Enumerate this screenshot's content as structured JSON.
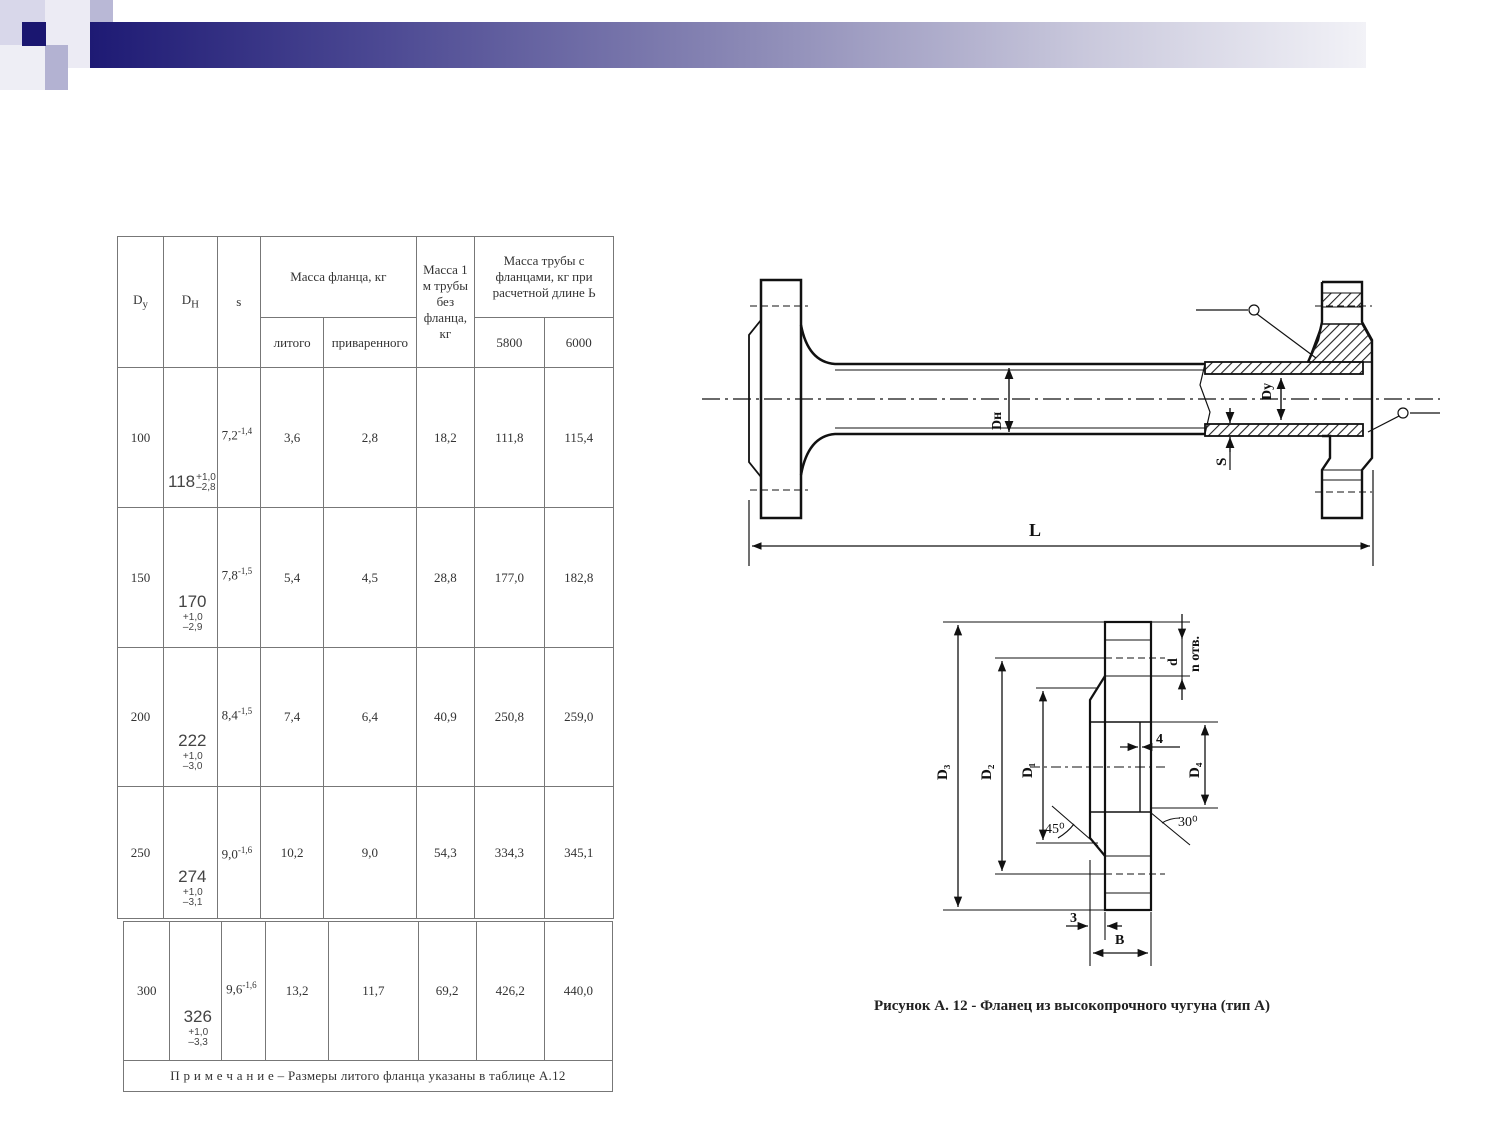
{
  "table": {
    "headers": {
      "dy": "Dy",
      "dh": "DH",
      "s": "s",
      "mass_flange": "Масса фланца, кг",
      "cast": "литого",
      "welded": "приваренного",
      "mass_1m": "Масса 1 м трубы без фланца, кг",
      "mass_pipe": "Масса трубы с фланцами, кг при расчетной длине Ь",
      "len1": "5800",
      "len2": "6000"
    },
    "rows": [
      {
        "dy": "100",
        "dh": "118",
        "dh_up": "+1,0",
        "dh_lo": "–2,8",
        "s": "7,2",
        "s_tol": "-1,4",
        "cast": "3,6",
        "welded": "2,8",
        "m1": "18,2",
        "m5800": "111,8",
        "m6000": "115,4"
      },
      {
        "dy": "150",
        "dh": "170",
        "dh_up": "+1,0",
        "dh_lo": "–2,9",
        "s": "7,8",
        "s_tol": "-1,5",
        "cast": "5,4",
        "welded": "4,5",
        "m1": "28,8",
        "m5800": "177,0",
        "m6000": "182,8"
      },
      {
        "dy": "200",
        "dh": "222",
        "dh_up": "+1,0",
        "dh_lo": "–3,0",
        "s": "8,4",
        "s_tol": "-1,5",
        "cast": "7,4",
        "welded": "6,4",
        "m1": "40,9",
        "m5800": "250,8",
        "m6000": "259,0"
      },
      {
        "dy": "250",
        "dh": "274",
        "dh_up": "+1,0",
        "dh_lo": "–3,1",
        "s": "9,0",
        "s_tol": "-1,6",
        "cast": "10,2",
        "welded": "9,0",
        "m1": "54,3",
        "m5800": "334,3",
        "m6000": "345,1"
      },
      {
        "dy": "300",
        "dh": "326",
        "dh_up": "+1,0",
        "dh_lo": "–3,3",
        "s": "9,6",
        "s_tol": "-1,6",
        "cast": "13,2",
        "welded": "11,7",
        "m1": "69,2",
        "m5800": "426,2",
        "m6000": "440,0"
      }
    ],
    "note": "П р и м е ч а н и е – Размеры литого фланца указаны в таблице А.12"
  },
  "drawing": {
    "labels": {
      "L": "L",
      "Dn": "Dн",
      "Dy": "Dу",
      "S": "S",
      "D3": "D₃",
      "D2": "D₂",
      "D1": "D₁",
      "D4": "D₄",
      "d": "d",
      "n_holes": "n отв.",
      "four": "4",
      "angle45": "45⁰",
      "angle30": "30⁰",
      "three": "3",
      "B": "B"
    },
    "caption": "Рисунок А. 12 - Фланец из высокопрочного чугуна (тип А)"
  }
}
